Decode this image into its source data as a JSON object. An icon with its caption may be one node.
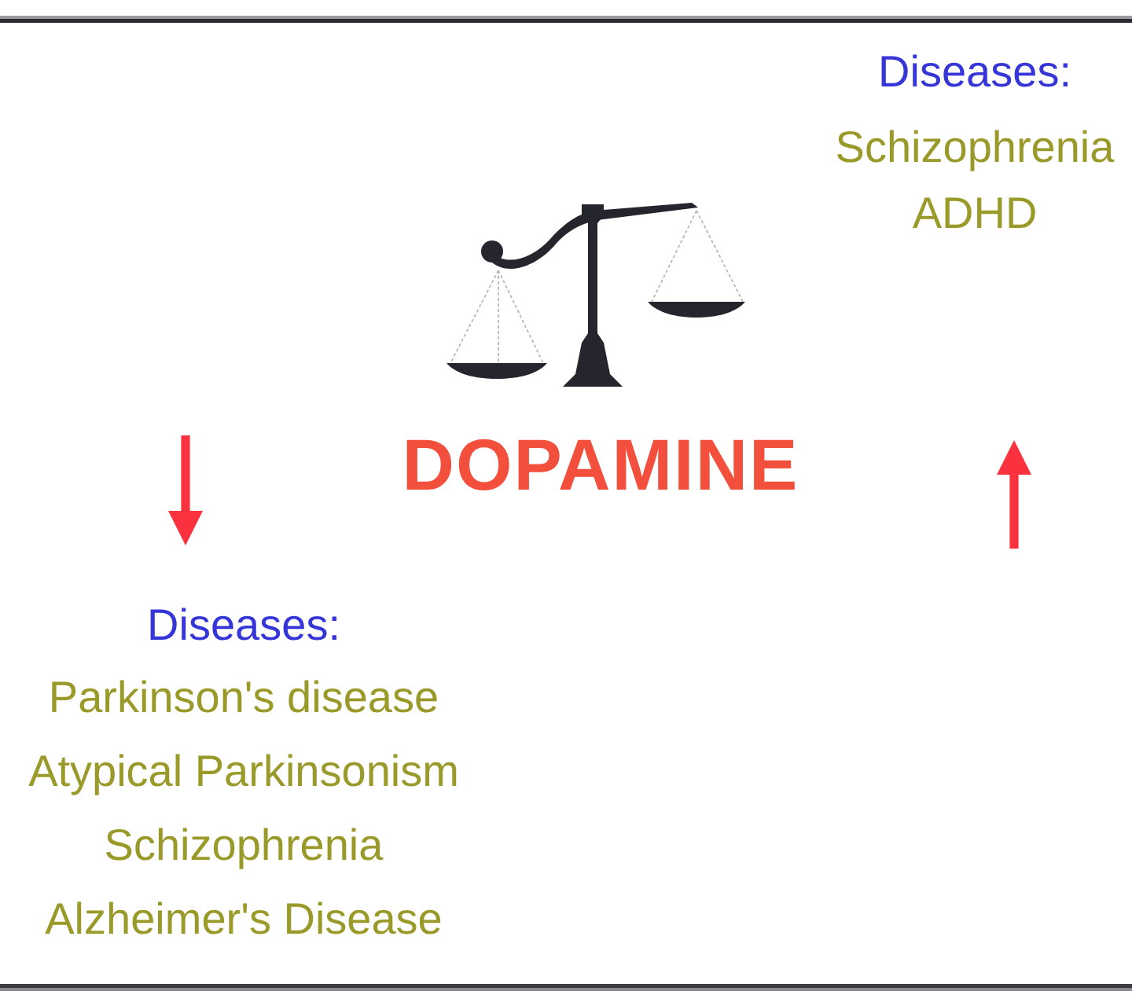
{
  "diagram": {
    "labels": [
      "Diseases:",
      "Schizophrenia",
      "ADHD",
      "DOPAMINE",
      "Diseases:",
      "Parkinson's disease",
      "Atypical Parkinsonism",
      "Schizophrenia",
      "Alzheimer's Disease"
    ]
  }
}
